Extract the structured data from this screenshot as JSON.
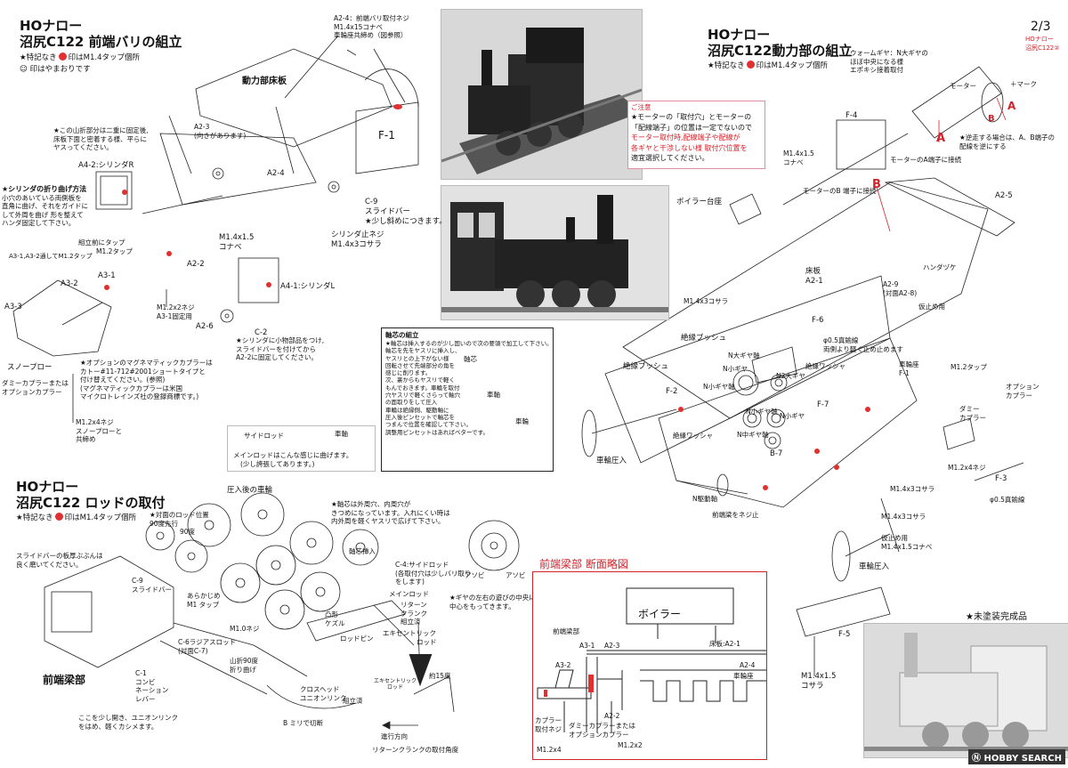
{
  "page_number": "2/3",
  "page_sub": "HOナロー\n沼尻C122②",
  "sec1": {
    "title1": "HOナロー",
    "title2": "沼尻C122 前端バリの組立",
    "note_tap_a": "★特記なき",
    "note_tap_b": "印はM1.4タップ個所",
    "note_ya": "印はやまおりです",
    "smile": "☺"
  },
  "sec2": {
    "title1": "HOナロー",
    "title2": "沼尻C122動力部の組立",
    "note_tap_a": "★特記なき",
    "note_tap_b": "印はM1.4タップ個所"
  },
  "sec3": {
    "title1": "HOナロー",
    "title2": "沼尻C122 ロッドの取付",
    "note_tap_a": "★特記なき",
    "note_tap_b": "印はM1.4タップ個所"
  },
  "labels": {
    "a24_1": "A2-4：前端バリ取付ネジ",
    "a24_2": "M1.4x15コナベ",
    "a24_3": "車輪座共締め（図参照）",
    "douryoku": "動力部床板",
    "a23_1": "A2-3",
    "a23_2": "(向きがあります)",
    "star_yama_1": "★この山折部分は二重に固定後,",
    "star_yama_2": "床板下面と密着する様、平らに",
    "star_yama_3": "ヤスってください。",
    "a42": "A4-2:シリンダR",
    "cyl_bend_t": "★シリンダの折り曲げ方法",
    "cyl_bend_1": "小穴のあいている両側板を",
    "cyl_bend_2": "直角に曲げ、それをガイドに",
    "cyl_bend_3": "して外周を曲げ 形を整えて",
    "cyl_bend_4": "ハンダ固定して下さい。",
    "kumitate_mae_1": "組立前にタップ",
    "kumitate_mae_2": "M1.2タップ",
    "a31_a32": "A3-1,A3-2通してM1.2タップ",
    "a31": "A3-1",
    "a32": "A3-2",
    "a33": "A3-3",
    "a22": "A2-2",
    "m12x2": "M1.2x2ネジ",
    "a31_kotei": "A3-1固定用",
    "m14x15_a": "M1.4x1.5",
    "m14x15_b": "コナベ",
    "a24": "A2-4",
    "a41": "A4-1:シリンダL",
    "a26": "A2-6",
    "c2": "C-2",
    "c9": "C-9",
    "slidebar": "スライドバー",
    "slidebar_n": "★少し斜めにつきます。",
    "cyl_stop_1": "シリンダ止ネジ",
    "cyl_stop_2": "M1.4x3コサラ",
    "f1": "F-1",
    "cyl_note_1": "★シリンダに小物部品をつけ,",
    "cyl_note_2": "スライドバーを付けてから",
    "cyl_note_3": "A2-2に固定してください。",
    "snowplow": "スノープロー",
    "dummy_coupler_1": "ダミーカプラーまたは",
    "dummy_coupler_2": "オプションカプラー",
    "magne_1": "★オプションのマグネマティックカプラーは",
    "magne_2": "カトー#11-712#2001ショートタイプと",
    "magne_3": "付け替えてください。(参照)",
    "magne_4": "(マグネマティックカプラーは米国",
    "magne_5": "マイクロトレインズ社の登録商標です。)",
    "m12x4_1": "M1.2x4ネジ",
    "m12x4_2": "スノープローと",
    "m12x4_3": "共締め",
    "side_rod": "サイドロッド",
    "main_rod": "車軸",
    "main_rod_note_1": "メインロッドはこんな感じに曲げます。",
    "main_rod_note_2": "(少し誇張してあります。)",
    "axle_box_t": "軸芯の組立",
    "axle_box_1": "★軸芯は挿入するのが少し固いので次の要領で加工して下さい。",
    "axle_box_2": "軸芯を先をヤスリに挿入し、",
    "axle_box_3": "ヤスリとの上下がない様",
    "axle_box_4": "回転させて先端部分の角を",
    "axle_box_5": "感じに削ります。",
    "axle_box_6": "次、裏からもヤスリで軽く",
    "axle_box_7": "もんでおきます。車輪を取付",
    "axle_box_8": "穴ヤスリで軽くさらって軸穴",
    "axle_box_9": "の面取りをして圧入",
    "axle_box_10": "車輪は絶縁側、駆動軸に",
    "axle_box_11": "圧入後ピンセットで軸芯を",
    "axle_box_12": "つまんで位置を確認して下さい。",
    "axle_box_13": "調整用ピンセットはあればベターです。",
    "jikushin": "軸芯",
    "shaji": "車軸",
    "sharin": "車輪",
    "caution_t": "ご注意",
    "caution_1": "★モーターの「取付穴」とモーターの",
    "caution_2": "「配線端子」の位置は一定でないので",
    "caution_3": "モーター取付時,配線端子や配線が",
    "caution_4": "各ギヤと干渉しない様 取付穴位置を",
    "caution_5": "適宜選択してください。",
    "worm_1": "ウォームギヤ：N大ギヤの",
    "worm_2": "ほぼ中央になる様",
    "worm_3": "エポキシ接着取付",
    "motor": "モーター",
    "plus_mark": "＋マーク",
    "reverse_1": "★逆走する場合は、A、B端子の",
    "reverse_2": "配線を逆にする",
    "motor_a": "モーターのA端子に接続",
    "motor_b": "モーターのB 端子に接続",
    "f4": "F-4",
    "m14x15_c": "M1.4x1.5",
    "m14x15_d": "コナベ",
    "a25": "A2-5",
    "boiler_za": "ボイラー台座",
    "yukaita_1": "床板",
    "yukaita_2": "A2-1",
    "handa": "ハンダヅケ",
    "a29_1": "A2-9",
    "a29_2": "(対面A2-8)",
    "kari_1": "仮止め用",
    "m14x3": "M1.4x3コサラ",
    "f6": "F-6",
    "phi05_1": "φ0.5真鍮線",
    "phi05_2": "両側より軽く止め止めます",
    "zetsuen1": "絶縁ブッシュ",
    "zetsuen2": "絶縁ブッシュ",
    "n_big_1": "N大ギヤ軸",
    "n_big_2": "N小ギヤ",
    "n2_big": "N2大ギヤ",
    "n_small_ax": "N小ギヤ軸",
    "zetsuen_w": "絶縁ワッシャ",
    "sharinza_1": "車輪座",
    "sharinza_2": "F-1",
    "m12tap": "M1.2タップ",
    "f2": "F-2",
    "f7": "F-7",
    "n_small_2": "N小ギヤ軸",
    "n_small_3": "N小ギヤ",
    "n_medium": "N中ギヤ軸",
    "zetsuen_w2": "絶縁ワッシャ",
    "sharin_atsu": "車輪圧入",
    "b7": "B-7",
    "option_cp_1": "オプション",
    "option_cp_2": "カプラー",
    "dummy_1": "ダミー",
    "dummy_2": "カプラー",
    "m12x4n": "M1.2x4ネジ",
    "f3": "F-3",
    "phi05b": "φ0.5真鍮線",
    "m14x3b": "M1.4x3コサラ",
    "m14x3c": "M1.4x3コサラ",
    "n_drive": "N駆動軸",
    "maehari_neji": "前端梁をネジ止",
    "kari_2": "仮止め用",
    "kari_3": "M1.4x1.5コナベ",
    "sharin_atsu2": "車輪圧入",
    "f5": "F-5",
    "m14x15_e": "M1.4x1.5",
    "m14x15_f": "コサラ",
    "atsunyugo": "圧入後の車輪",
    "rod_pos_1": "★対面のロッド位置",
    "rod_pos_2": "90度先行",
    "deg90": "90度",
    "slide_note_1": "スライドバーの板厚ぶぶんは",
    "slide_note_2": "良く磨いてください。",
    "c9b_1": "C-9",
    "c9b_2": "スライドバー",
    "arakaji_1": "あらかじめ",
    "arakaji_2": "M1 タップ",
    "m1neji": "M1.0ネジ",
    "c6_1": "C-6ラジアスロッド",
    "c6_2": "(対面C-7)",
    "yamaori_1": "山折90度",
    "yamaori_2": "折り曲げ",
    "c1_1": "C-1",
    "c1_2": "コンビ",
    "c1_3": "ネーション",
    "c1_4": "レバー",
    "maehari": "前端梁部",
    "kokoha_1": "ここを少し開き、ユニオンリンク",
    "kokoha_2": "をはめ、軽くカシメます。",
    "crosshead_1": "クロスヘッド",
    "crosshead_2": "ユニオンリンク",
    "kumitate_sumi": "組立済",
    "b_mm": "B ミリで切断",
    "ougata_1": "凸形",
    "ougata_2": "ケズル",
    "rodpin": "ロッドピン",
    "jiku_hole_1": "★軸芯は外周穴、内周穴が",
    "jiku_hole_2": "きつめになっています。入れにくい時は",
    "jiku_hole_3": "内外周を軽くヤスリで広げて下さい。",
    "jikushin_in": "軸芯挿入",
    "c4_1": "C-4:サイドロッド",
    "c4_2": "(各取付穴は少しバリ取り",
    "c4_3": "をします)",
    "main_rod2": "メインロッド",
    "return_1": "リターン",
    "return_2": "クランク",
    "return_3": "組立済",
    "eccentric_1": "エキセントリック",
    "eccentric_2": "ロッド",
    "gear_note_1": "★ギヤの左右の遊びの中央に",
    "gear_note_2": "中心をもってきます。",
    "asobi_l": "アソビ",
    "asobi_r": "アソビ",
    "yaku15": "約15度",
    "ecc_rod_s": "エキセントリック\nロッド",
    "shinko": "進行方向",
    "return_ang": "リターンクランクの取付角度",
    "section_t": "前端梁部 断面略図",
    "boiler": "ボイラー",
    "sec_maehari": "前端梁部",
    "sec_a31": "A3-1",
    "sec_a23": "A2-3",
    "sec_yukaita": "床板:A2-1",
    "sec_a24": "A2-4",
    "sec_sharinza": "車輪座",
    "sec_a32": "A3-2",
    "sec_a22": "A2-2",
    "sec_coupler_1": "カプラー",
    "sec_coupler_2": "取付ネジ",
    "sec_dummy": "ダミーカプラーまたは",
    "sec_option": "オプションカプラー",
    "sec_m12x4": "M1.2x4",
    "sec_m12x2": "M1.2x2",
    "unpainted": "★未塗装完成品",
    "brand": "HOBBY SEARCH"
  },
  "colors": {
    "red": "#d2222a",
    "pink": "#e38da0",
    "line": "#222222"
  }
}
